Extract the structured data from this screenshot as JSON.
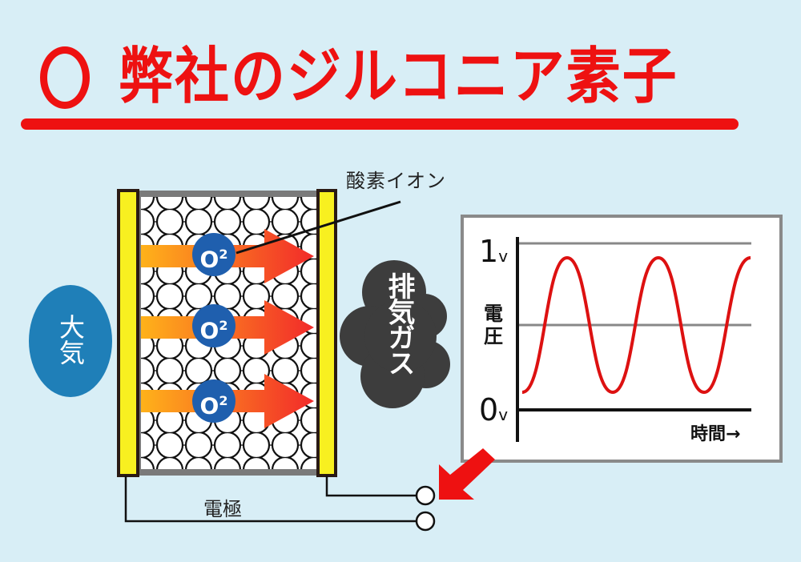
{
  "title": {
    "marker": "○",
    "text": "弊社のジルコニア素子",
    "color": "#ee1111"
  },
  "diagram": {
    "left_side_label": "大気",
    "right_side_label": "排気ガス",
    "ion_callout_label": "酸素イオン",
    "ion_symbol": "O",
    "ion_superscript": "2",
    "ion_count": 3,
    "electrode_label": "電極",
    "colors": {
      "background": "#d8eef6",
      "electrode": "#f8f020",
      "atmosphere_bubble": "#1f7fb8",
      "exhaust_cloud": "#3d3d3d",
      "ion_circle": "#1f5fae",
      "arrow_start": "#ffb21a",
      "arrow_end": "#f22a2a",
      "pointer_arrow": "#ee1111"
    }
  },
  "graph": {
    "y_top_label": "1",
    "y_top_unit": "v",
    "y_bottom_label": "0",
    "y_bottom_unit": "v",
    "y_axis_label_1": "電",
    "y_axis_label_2": "圧",
    "x_axis_label": "時間→",
    "wave_color": "#dd1111",
    "grid_color": "#888888"
  },
  "chart_data": {
    "type": "line",
    "title": "",
    "xlabel": "時間→",
    "ylabel": "電圧",
    "ylim": [
      0,
      1
    ],
    "yticks": [
      "0v",
      "1v"
    ],
    "grid_lines_y": [
      0.5,
      1.0
    ],
    "series": [
      {
        "name": "voltage",
        "description": "sinusoidal oscillation between ~0.1V and ~0.9V, about 2.5 cycles",
        "x": [
          0,
          0.25,
          0.5,
          0.75,
          1.0,
          1.25,
          1.5,
          1.75,
          2.0,
          2.25,
          2.5
        ],
        "values": [
          0.1,
          0.5,
          0.9,
          0.5,
          0.1,
          0.5,
          0.9,
          0.5,
          0.1,
          0.5,
          0.9
        ]
      }
    ]
  }
}
